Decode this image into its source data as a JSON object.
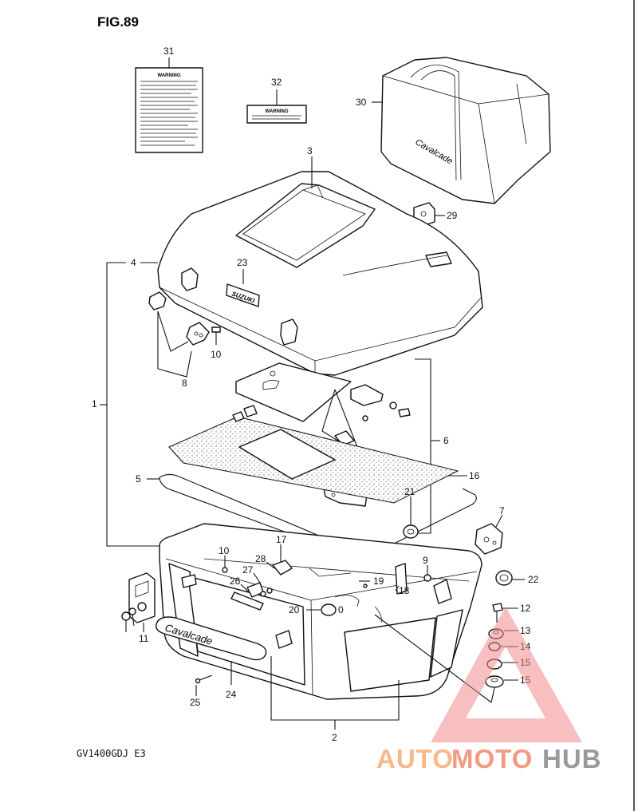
{
  "figure": {
    "title": "FIG.89",
    "model_code": "GV1400GDJ  E3"
  },
  "labels": {
    "warning_31": "WARNING",
    "warning_32": "WARNING",
    "emblem_23": "SUZUKI",
    "emblem_24": "Cavalcade",
    "bag_script": "Cavalcade",
    "zero_label": "0"
  },
  "callouts": {
    "c1": "1",
    "c2": "2",
    "c3": "3",
    "c4": "4",
    "c5": "5",
    "c6": "6",
    "c7": "7",
    "c8": "8",
    "c9": "9",
    "c10a": "10",
    "c10b": "10",
    "c11": "11",
    "c12": "12",
    "c13": "13",
    "c14": "14",
    "c15a": "15",
    "c15b": "15",
    "c16": "16",
    "c17": "17",
    "c18": "18",
    "c19": "19",
    "c20": "20",
    "c21": "21",
    "c22": "22",
    "c23": "23",
    "c24": "24",
    "c25": "25",
    "c26": "26",
    "c27": "27",
    "c28": "28",
    "c29": "29",
    "c30": "30",
    "c31": "31",
    "c32": "32"
  },
  "watermark": {
    "part1": "AUTO",
    "part2": "MOTO",
    "part3": "HUB",
    "color_light": "#f7b98a",
    "color_mid": "#f19a86",
    "color_dark": "#9a9a9a",
    "triangle_color": "#f08b8b"
  }
}
